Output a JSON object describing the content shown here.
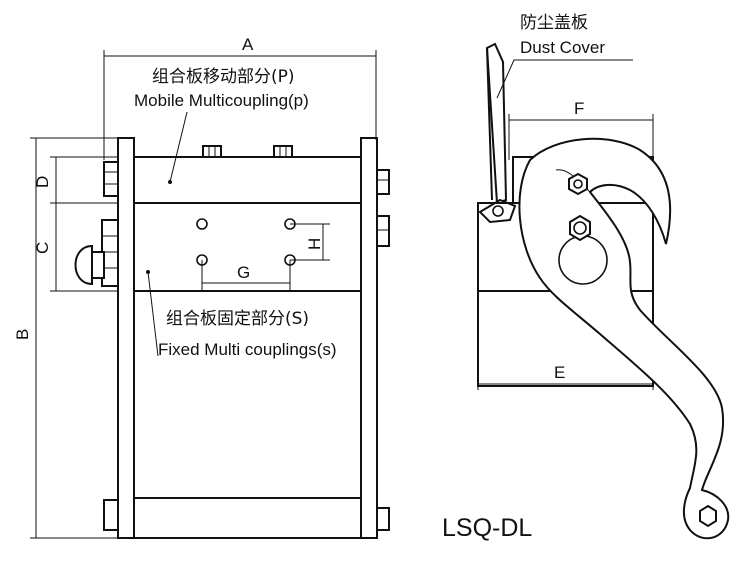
{
  "dimensions": {
    "A": "A",
    "B": "B",
    "C": "C",
    "D": "D",
    "E": "E",
    "F": "F",
    "G": "G",
    "H": "H"
  },
  "labels": {
    "mobile_cn": "组合板移动部分(P)",
    "mobile_en": "Mobile Multicoupling(p)",
    "fixed_cn": "组合板固定部分(S)",
    "fixed_en": "Fixed Multi couplings(s)",
    "dust_cn": "防尘盖板",
    "dust_en": "Dust Cover"
  },
  "model": "LSQ-DL"
}
